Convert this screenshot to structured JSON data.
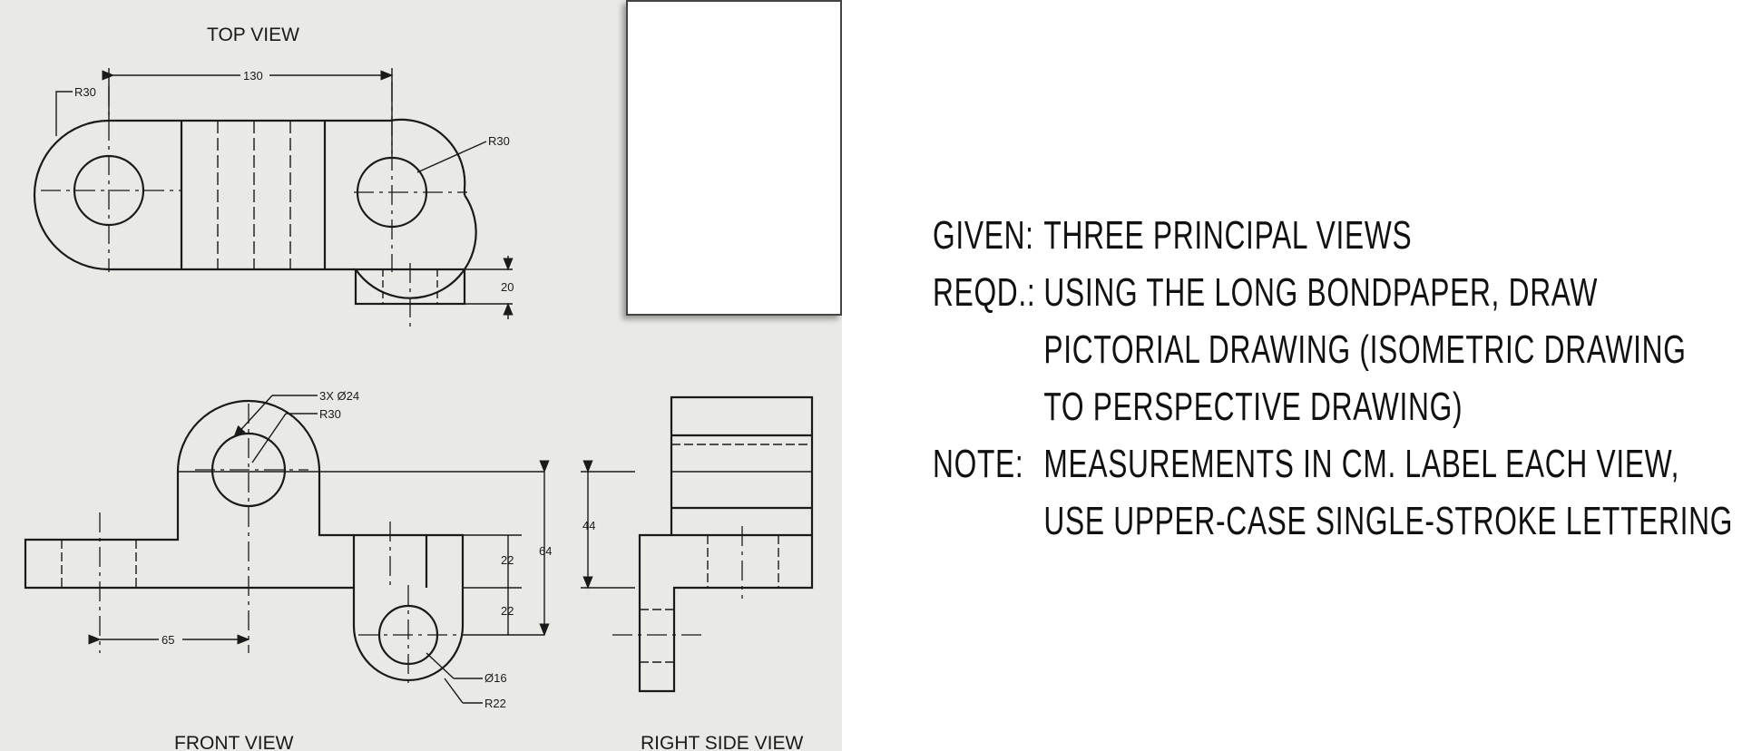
{
  "drawing": {
    "top_view_title": "TOP VIEW",
    "front_view_title": "FRONT VIEW",
    "right_side_view_title": "RIGHT SIDE VIEW",
    "dims": {
      "top_width": "130",
      "top_r_left": "R30",
      "top_r_right": "R30",
      "top_boss": "20",
      "front_holes": "3X Ø24",
      "front_r": "R30",
      "front_22a": "22",
      "front_22b": "22",
      "front_64": "64",
      "front_44": "44",
      "front_65": "65",
      "front_d16": "Ø16",
      "front_r22": "R22"
    }
  },
  "instructions": {
    "given_key": "GIVEN:",
    "given_text": "THREE PRINCIPAL VIEWS",
    "reqd_key": "REQD.:",
    "reqd_line1": "USING THE LONG BONDPAPER, DRAW",
    "reqd_line2": "PICTORIAL DRAWING (ISOMETRIC DRAWING",
    "reqd_line3": "TO PERSPECTIVE DRAWING)",
    "note_key": "NOTE:",
    "note_line1": "MEASUREMENTS IN CM. LABEL EACH VIEW,",
    "note_line2": "USE UPPER-CASE SINGLE-STROKE LETTERING"
  }
}
